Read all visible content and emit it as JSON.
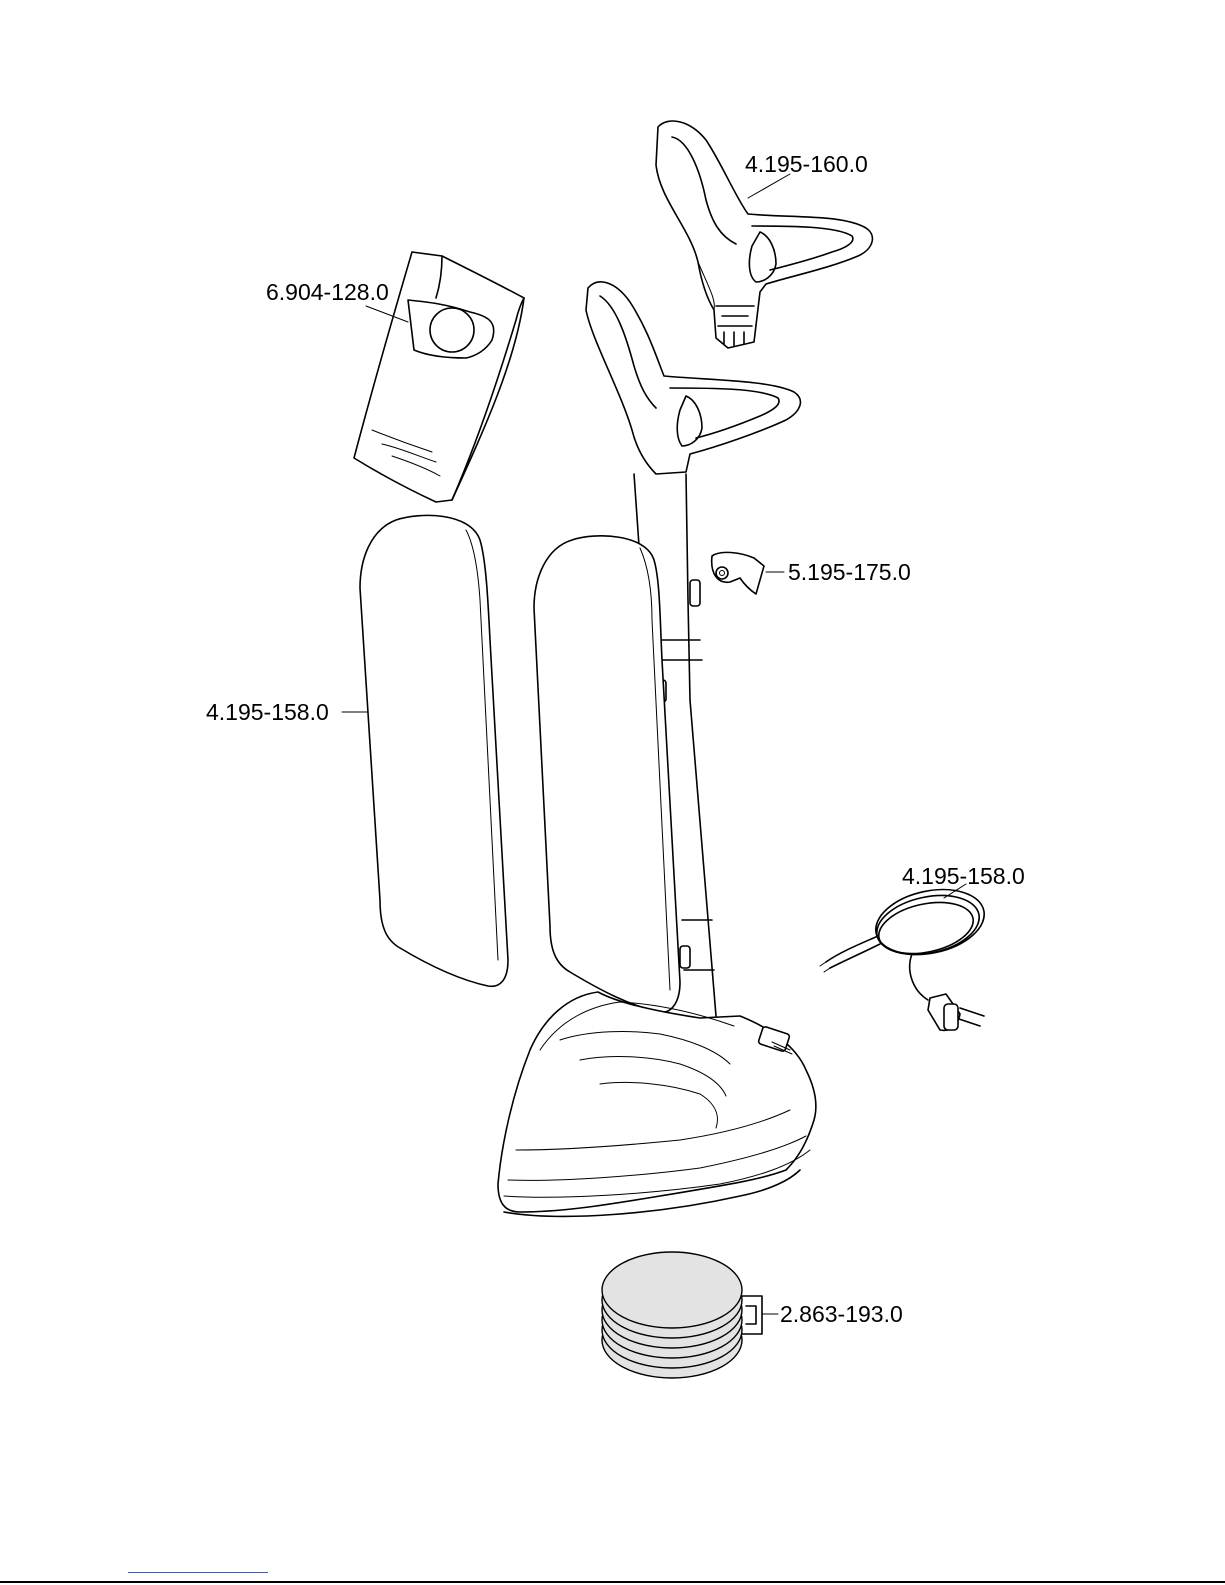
{
  "parts": {
    "handle_top": "4.195-160.0",
    "dust_bag": "6.904-128.0",
    "clip": "5.195-175.0",
    "cover": "4.195-158.0",
    "cable": "4.195-158.0",
    "pads": "2.863-193.0"
  },
  "colors": {
    "line": "#000000",
    "pad_fill": "#e3e3e3",
    "link": "#3b5bd6"
  }
}
